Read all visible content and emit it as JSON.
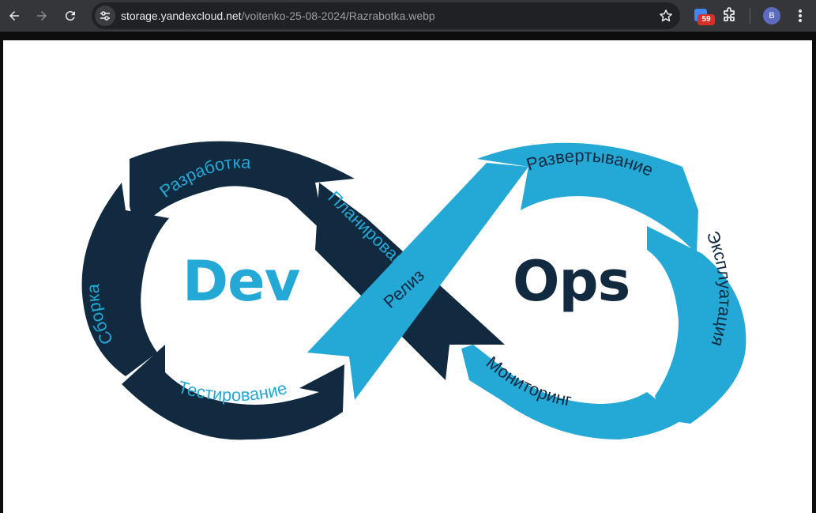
{
  "browser": {
    "url_host": "storage.yandexcloud.net",
    "url_path": "/voitenko-25-08-2024/Razrabotka.webp",
    "extension_badge": "59",
    "profile_initial": "B"
  },
  "image": {
    "dev_word": "Dev",
    "ops_word": "Ops",
    "stages": {
      "development": "Разработка",
      "planning": "Планирование",
      "build": "Сборка",
      "testing": "Тестирование",
      "release": "Релиз",
      "deployment": "Развертывание",
      "operation": "Эксплуатация",
      "monitoring": "Мониторинг"
    },
    "colors": {
      "dark": "#122a3f",
      "light": "#24a8d6",
      "browser_bar": "#35363a",
      "omnibox": "#202124"
    }
  }
}
